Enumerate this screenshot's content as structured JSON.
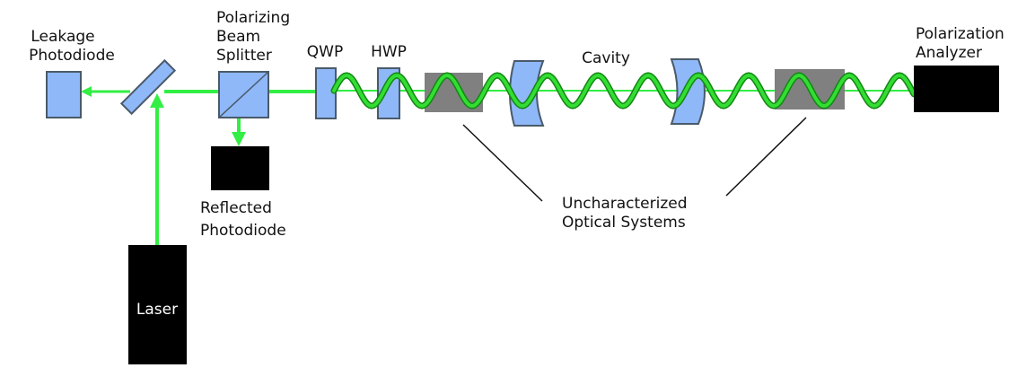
{
  "labels": {
    "leakage_photodiode": [
      "Leakage",
      "Photodiode"
    ],
    "polarizing_beam_splitter": [
      "Polarizing",
      "Beam",
      "Splitter"
    ],
    "qwp": "QWP",
    "hwp": "HWP",
    "cavity": "Cavity",
    "polarization_analyzer": [
      "Polarization",
      "Analyzer"
    ],
    "reflected_photodiode": [
      "Reflected",
      "Photodiode"
    ],
    "uncharacterized_optical_systems": [
      "Uncharacterized",
      "Optical Systems"
    ],
    "laser": "Laser"
  },
  "colors": {
    "beam": "#33ee44",
    "wave": "#22cc22",
    "wave_outline": "#118811",
    "optic_fill": "#8fb8f8",
    "optic_stroke": "#4a5a6a",
    "unknown_box": "#808080",
    "detector": "#000000",
    "pointer_line": "#111111"
  }
}
